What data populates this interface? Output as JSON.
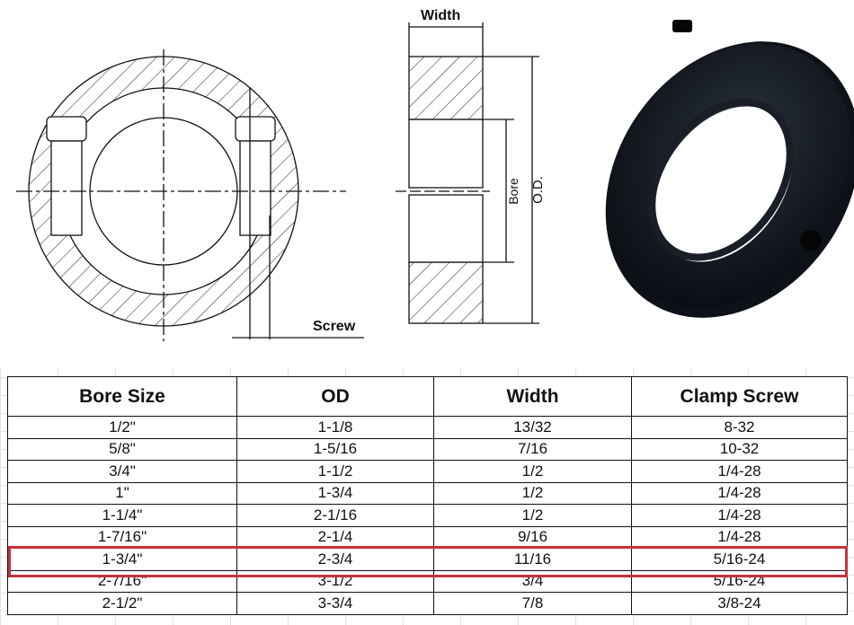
{
  "diagram": {
    "width_label": "Width",
    "bore_label": "Bore",
    "od_label": "O.D.",
    "screw_label": "Screw"
  },
  "table": {
    "headers": [
      "Bore Size",
      "OD",
      "Width",
      "Clamp Screw"
    ],
    "rows": [
      [
        "1/2\"",
        "1-1/8",
        "13/32",
        "8-32"
      ],
      [
        "5/8\"",
        "1-5/16",
        "7/16",
        "10-32"
      ],
      [
        "3/4\"",
        "1-1/2",
        "1/2",
        "1/4-28"
      ],
      [
        "1\"",
        "1-3/4",
        "1/2",
        "1/4-28"
      ],
      [
        "1-1/4\"",
        "2-1/16",
        "1/2",
        "1/4-28"
      ],
      [
        "1-7/16\"",
        "2-1/4",
        "9/16",
        "1/4-28"
      ],
      [
        "1-3/4\"",
        "2-3/4",
        "11/16",
        "5/16-24"
      ],
      [
        "2-7/16\"",
        "3-1/2",
        "3/4",
        "5/16-24"
      ],
      [
        "2-1/2\"",
        "3-3/4",
        "7/8",
        "3/8-24"
      ]
    ],
    "highlighted_row": 6,
    "highlight_color": "#c8313a"
  }
}
